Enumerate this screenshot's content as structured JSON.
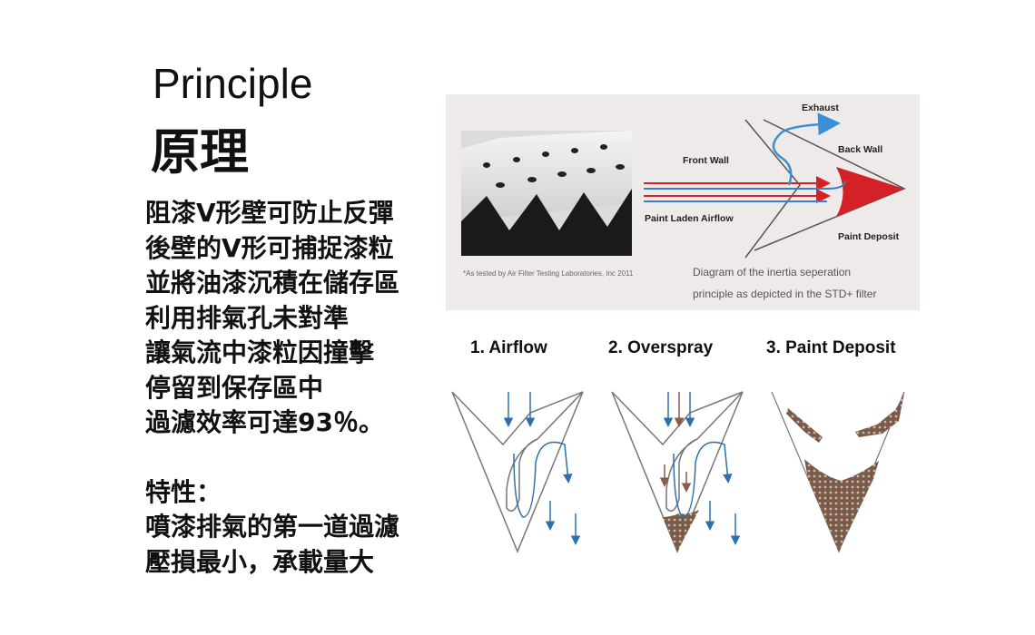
{
  "heading": {
    "title_en": "Principle",
    "title_zh": "原理"
  },
  "description": {
    "lines": [
      "阻漆V形壁可防止反彈",
      "後壁的V形可捕捉漆粒",
      "並將油漆沉積在儲存區",
      "利用排氣孔未對準",
      "讓氣流中漆粒因撞擊",
      "停留到保存區中",
      "過濾效率可達93％。"
    ],
    "features_title": "特性：",
    "features": [
      "噴漆排氣的第一道過濾",
      "壓損最小，承載量大"
    ]
  },
  "diagram": {
    "labels": {
      "exhaust": "Exhaust",
      "back_wall": "Back Wall",
      "front_wall": "Front Wall",
      "airflow": "Paint Laden Airflow",
      "paint_deposit": "Paint Deposit"
    },
    "test_note": "*As tested by Air Filter Testing Laboratories, Inc 2011",
    "caption_line1": "Diagram of the inertia seperation",
    "caption_line2": "principle as depicted in the STD+ filter",
    "colors": {
      "airflow_blue": "#3b7fc4",
      "paint_red": "#d42027",
      "exhaust_blue": "#3a8fd9",
      "panel_bg": "#eeeaea"
    }
  },
  "steps": {
    "step1": "1. Airflow",
    "step2": "2. Overspray",
    "step3": "3. Paint Deposit",
    "colors": {
      "arrow_blue": "#2f6fa8",
      "arrow_brown": "#8a5a4a",
      "deposit_brown": "#7a5a48"
    }
  }
}
